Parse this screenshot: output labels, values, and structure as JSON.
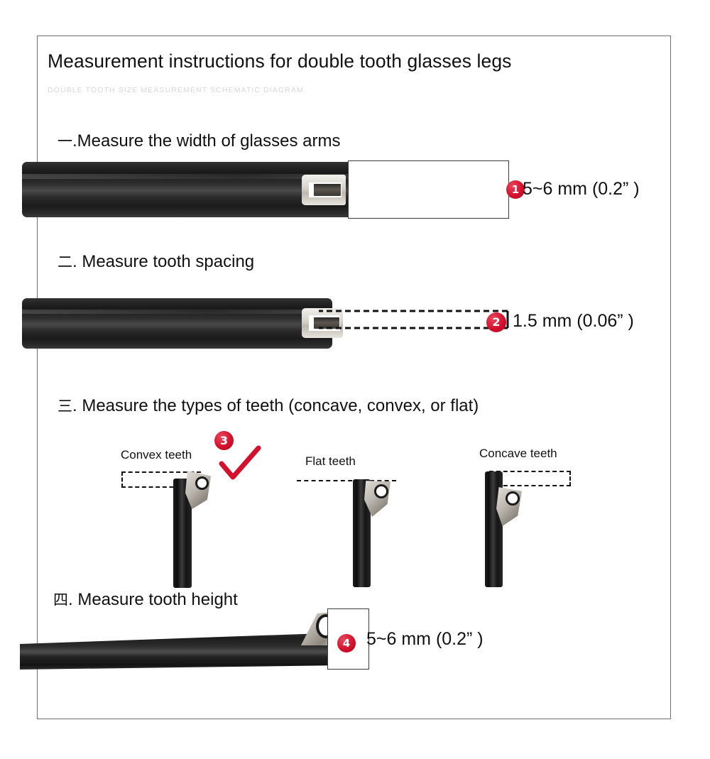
{
  "page": {
    "title": "Measurement instructions for double tooth glasses legs",
    "subtitle": "DOUBLE TOOTH SIZE MEASUREMENT SCHEMATIC DIAGRAM",
    "frame_border_color": "#6e6e6e",
    "accent_color": "#d5102c",
    "background_color": "#ffffff"
  },
  "sections": [
    {
      "number_cn": "一",
      "separator": ".",
      "heading": "Measure the width of glasses arms",
      "badge": "1",
      "measurement": "5~6 mm (0.2”  )"
    },
    {
      "number_cn": "二",
      "separator": ".",
      "heading": "Measure tooth spacing",
      "badge": "2",
      "measurement": "1.5 mm (0.06”  )"
    },
    {
      "number_cn": "三",
      "separator": ".",
      "heading": "Measure the types of teeth (concave, convex, or flat)",
      "badge": "3",
      "tooth_types": [
        {
          "label": "Convex teeth",
          "selected": true
        },
        {
          "label": "Flat teeth",
          "selected": false
        },
        {
          "label": "Concave teeth",
          "selected": false
        }
      ]
    },
    {
      "number_cn": "四",
      "separator": ".",
      "heading": "Measure tooth height",
      "badge": "4",
      "measurement": "5~6 mm (0.2”  )"
    }
  ]
}
